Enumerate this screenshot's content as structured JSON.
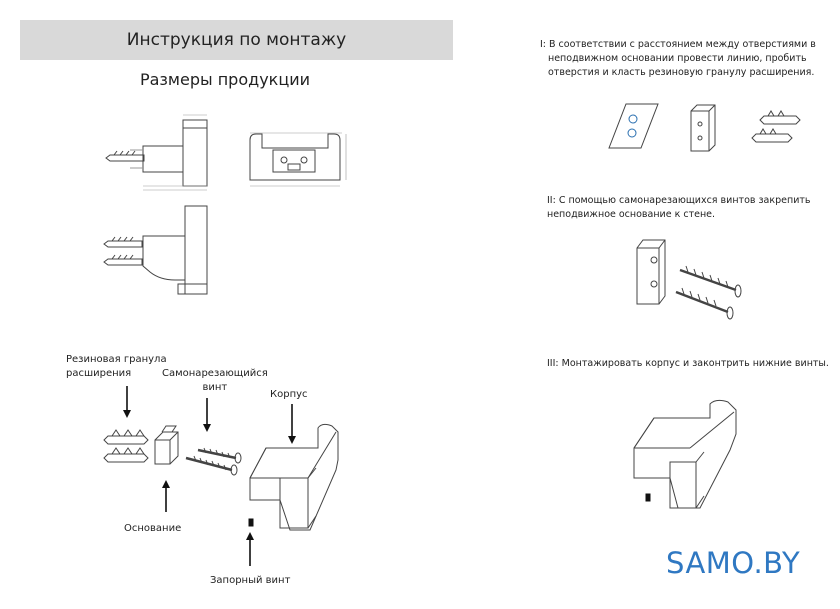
{
  "header": {
    "title": "Инструкция по монтажу",
    "subtitle": "Размеры продукции"
  },
  "steps": [
    {
      "text_lines": [
        "I: В соответствии с расстоянием между отверстиями в",
        "неподвижном основании провести линию, пробить",
        "отверстия и класть резиновую гранулу расширения."
      ]
    },
    {
      "text_lines": [
        "II: С помощью самонарезающихся винтов закрепить",
        "неподвижное основание к стене."
      ]
    },
    {
      "text_lines": [
        "III: Монтажировать корпус и законтрить нижние винты."
      ]
    }
  ],
  "parts": {
    "rubber_line1": "Резиновая гранула",
    "rubber_line2": "расширения",
    "screw_line1": "Самонарезающийся",
    "screw_line2": "винт",
    "body": "Корпус",
    "base": "Основание",
    "lock_screw": "Запорный винт"
  },
  "brand": {
    "name": "SAMO.BY",
    "color": "#2f78c2"
  }
}
